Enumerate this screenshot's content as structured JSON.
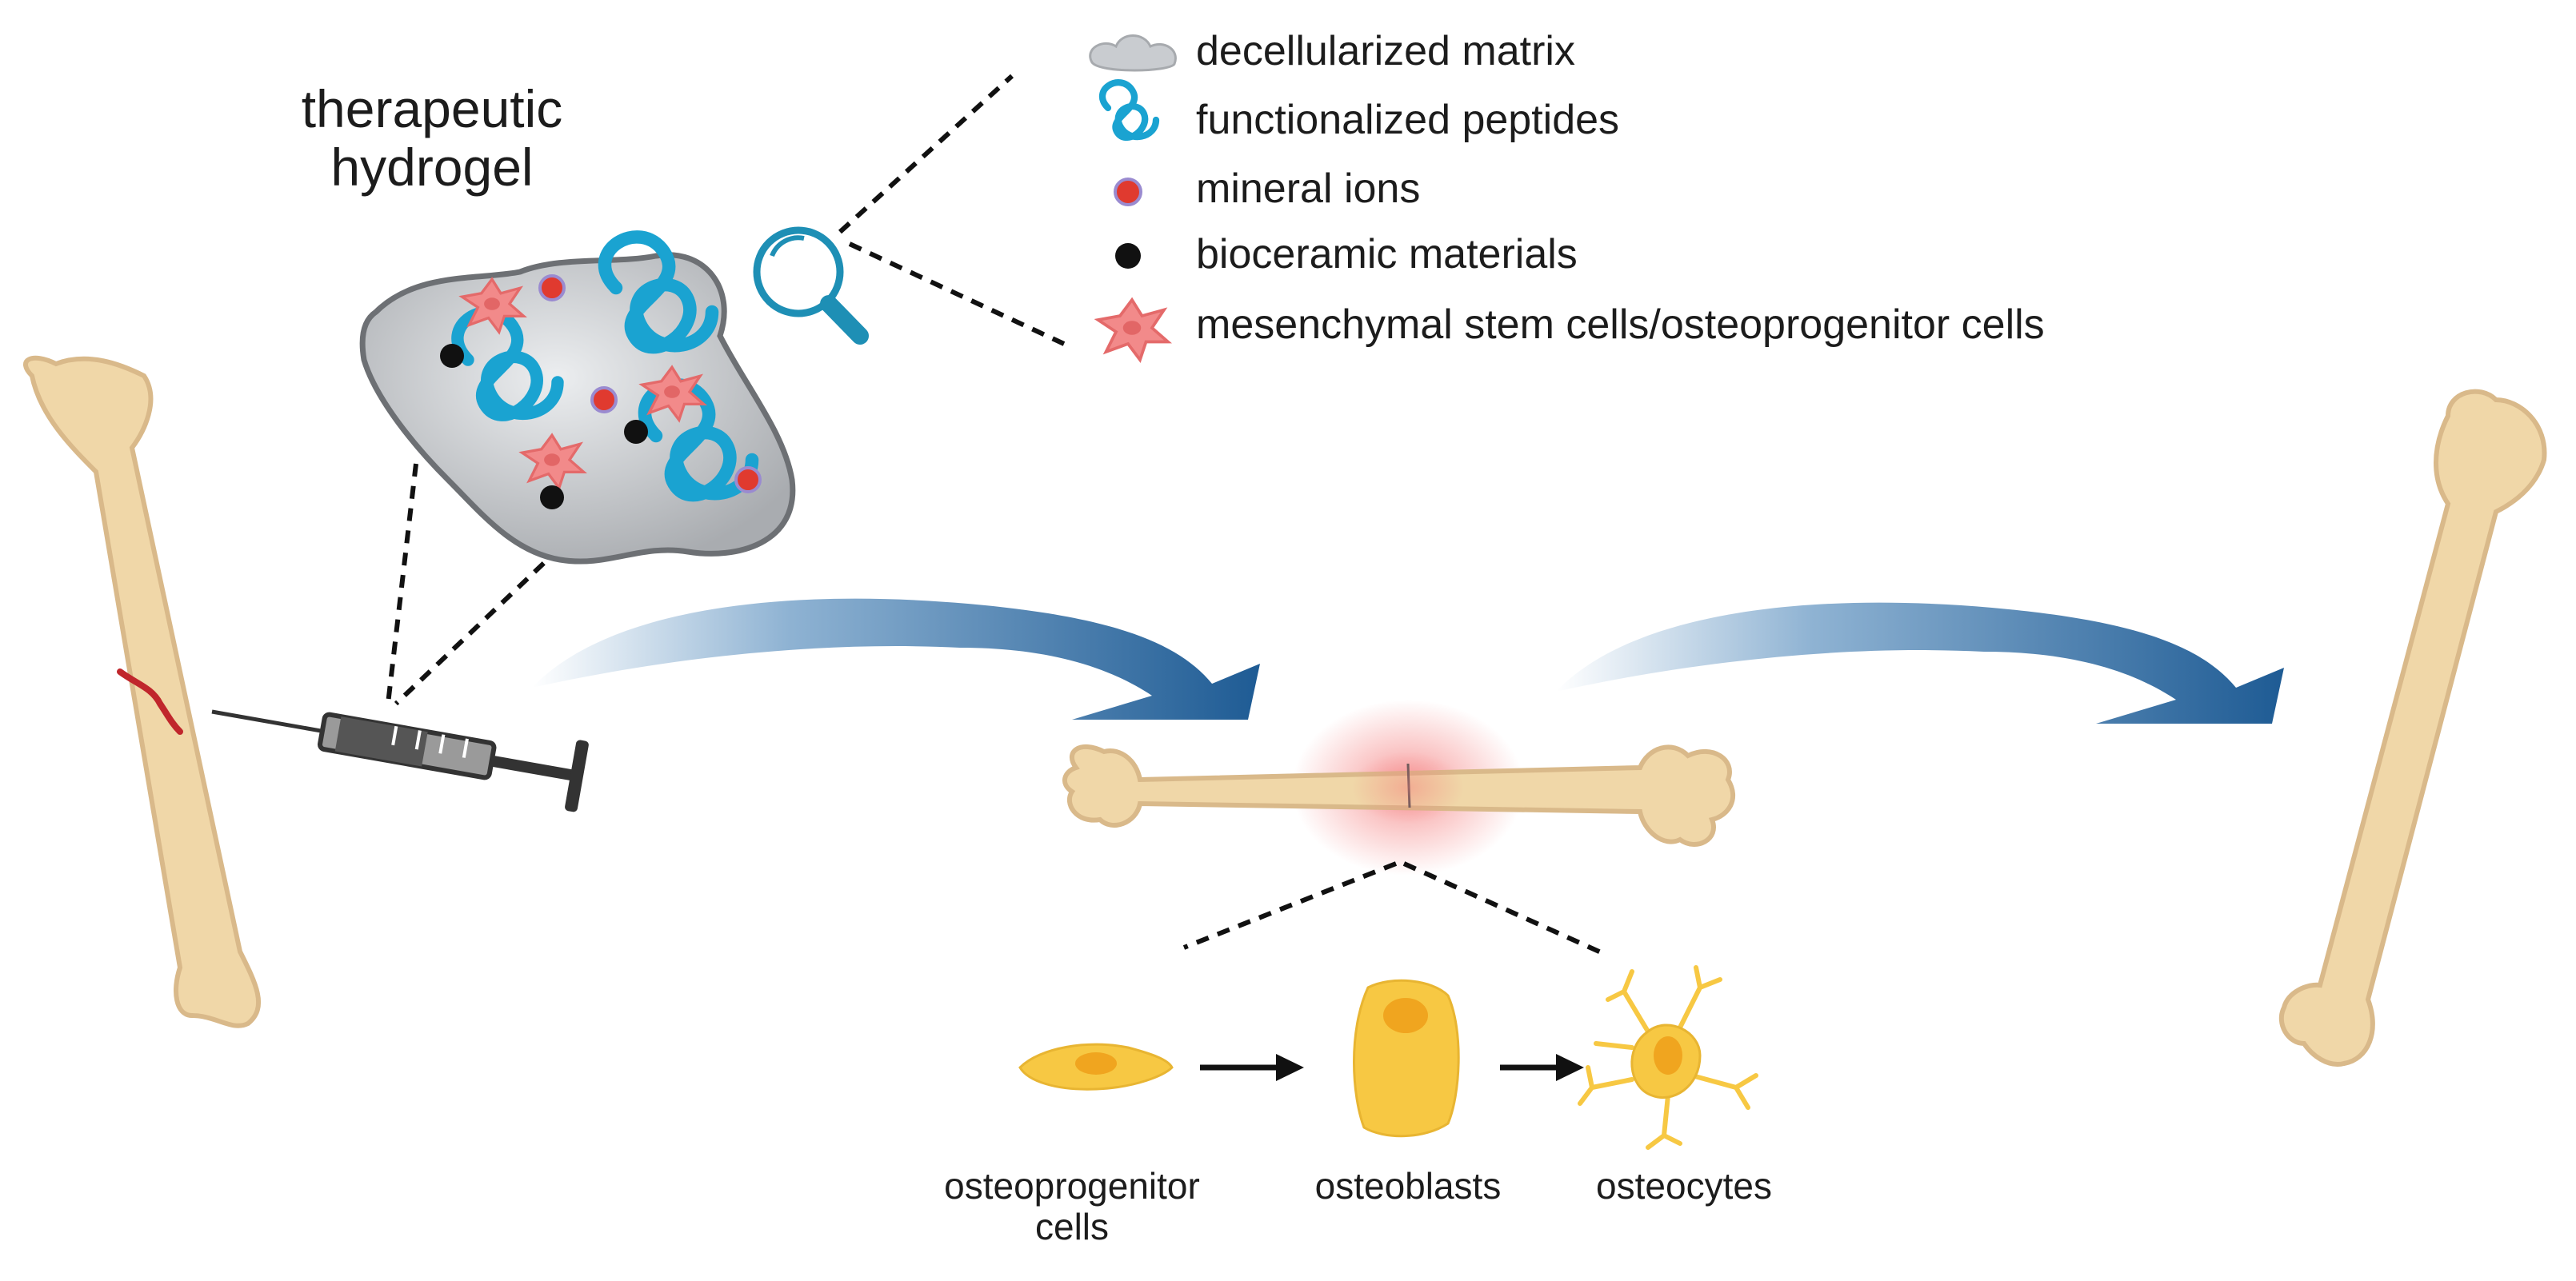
{
  "title": "therapeutic\nhydrogel",
  "title_lines": [
    "therapeutic",
    "hydrogel"
  ],
  "legend": [
    {
      "icon": "decellularized-matrix-icon",
      "label": "decellularized matrix",
      "color": "#b9bcc0"
    },
    {
      "icon": "functionalized-peptides-icon",
      "label": "functionalized peptides",
      "color": "#1aa3d1"
    },
    {
      "icon": "mineral-ions-icon",
      "label": "mineral ions",
      "color": "#e03a2f"
    },
    {
      "icon": "bioceramic-materials-icon",
      "label": "bioceramic materials",
      "color": "#111111"
    },
    {
      "icon": "msc-icon",
      "label": "mesenchymal stem cells/osteoprogenitor cells",
      "color": "#f28a8a"
    }
  ],
  "cells": [
    {
      "icon": "osteoprogenitor-cell-icon",
      "label_lines": [
        "osteoprogenitor",
        "cells"
      ]
    },
    {
      "icon": "osteoblast-icon",
      "label_lines": [
        "osteoblasts"
      ]
    },
    {
      "icon": "osteocyte-icon",
      "label_lines": [
        "osteocytes"
      ]
    }
  ],
  "colors": {
    "bone": "#f0d7a8",
    "bone_outline": "#d9b98a",
    "arrow": "#1e5b94",
    "fracture": "#c0262c",
    "healing_glow": "#f4a0a0",
    "cell": "#f7c843"
  }
}
